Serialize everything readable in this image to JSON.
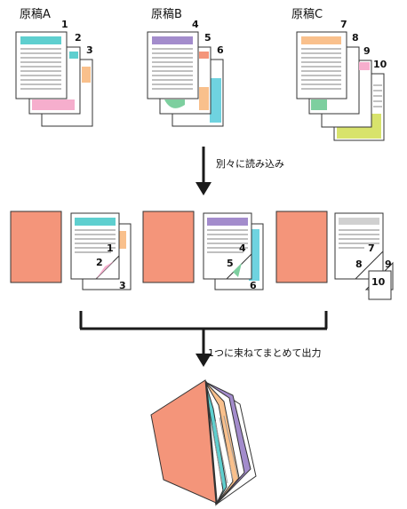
{
  "labels": {
    "originals": [
      "原稿A",
      "原稿B",
      "原稿C"
    ],
    "step1": "別々に読み込み",
    "step2": "1つに束ねてまとめて出力"
  },
  "page_numbers": {
    "A": [
      "1",
      "2",
      "3"
    ],
    "B": [
      "4",
      "5",
      "6"
    ],
    "C": [
      "7",
      "8",
      "9",
      "10"
    ]
  },
  "colors": {
    "teal": "#5ecfcf",
    "orange": "#f9c08c",
    "pink": "#f6aecd",
    "purple": "#a38ccc",
    "salmon": "#f4957a",
    "green": "#7dcf9f",
    "cyan": "#6fd3e0",
    "lime": "#d8e36c",
    "gray": "#d0d0d0",
    "line": "#333333",
    "arrow": "#1a1a1a"
  }
}
